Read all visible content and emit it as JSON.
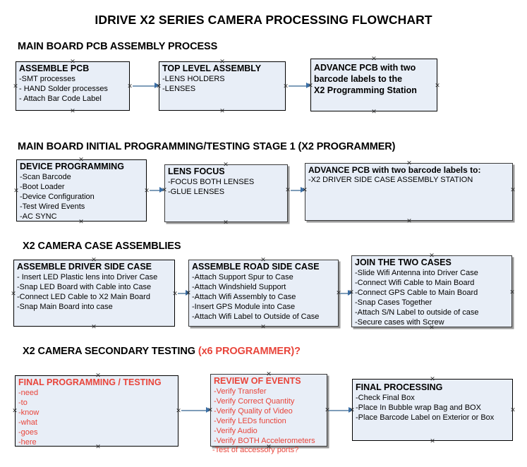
{
  "document": {
    "title": "IDRIVE X2  SERIES CAMERA PROCESSING FLOWCHART",
    "accent_color": "#e8443a",
    "box_fill_color": "#e8eef7",
    "connector_color": "#7f9db9"
  },
  "sections": [
    {
      "id": "main-board-pcb-assembly",
      "header": "MAIN BOARD PCB ASSEMBLY PROCESS",
      "header_accent": "",
      "boxes": [
        {
          "id": "assemble-pcb",
          "title": "ASSEMBLE PCB",
          "lines": [
            " -SMT processes",
            "- HAND Solder processes",
            "- Attach Bar Code Label"
          ]
        },
        {
          "id": "top-level-assembly",
          "title": "TOP LEVEL ASSEMBLY",
          "lines": [
            "-LENS HOLDERS",
            "-LENSES"
          ]
        },
        {
          "id": "advance-pcb-to-x2-programming-station",
          "title": "ADVANCE PCB with two",
          "lines": [
            "barcode labels to the",
            " X2 Programming Station"
          ],
          "all_bold": true
        }
      ]
    },
    {
      "id": "main-board-initial-programming",
      "header": "MAIN BOARD INITIAL PROGRAMMING/TESTING STAGE 1 (X2 PROGRAMMER)",
      "header_accent": "",
      "boxes": [
        {
          "id": "device-programming",
          "title": "DEVICE PROGRAMMING",
          "lines": [
            "-Scan Barcode",
            "-Boot Loader",
            "-Device Configuration",
            "-Test Wired Events",
            "-AC SYNC"
          ]
        },
        {
          "id": "lens-focus",
          "title": "LENS FOCUS",
          "lines": [
            "-FOCUS BOTH LENSES",
            "-GLUE LENSES"
          ]
        },
        {
          "id": "advance-pcb-to-driver-side-case-station",
          "title": "ADVANCE PCB with two barcode labels to:",
          "lines": [
            "-X2 DRIVER  SIDE  CASE  ASSEMBLY STATION"
          ]
        }
      ]
    },
    {
      "id": "x2-camera-case-assemblies",
      "header": "X2 CAMERA CASE ASSEMBLIES",
      "header_accent": "",
      "boxes": [
        {
          "id": "assemble-driver-side-case",
          "title": "ASSEMBLE DRIVER SIDE CASE",
          "lines": [
            "- Insert LED Plastic lens into Driver Case",
            "-Snap LED Board with Cable into Case",
            "-Connect LED Cable to X2 Main Board",
            "-Snap Main Board into case"
          ]
        },
        {
          "id": "assemble-road-side-case",
          "title": "ASSEMBLE ROAD SIDE CASE",
          "lines": [
            "-Attach Support Spur to Case",
            "-Attach Windshield Support",
            "-Attach Wifi Assembly to Case",
            "-Insert GPS Module into Case",
            "-Attach Wifi Label to Outside of Case"
          ]
        },
        {
          "id": "join-the-two-cases",
          "title": "JOIN THE TWO CASES",
          "lines": [
            "-Slide Wifi Antenna into Driver Case",
            "-Connect Wifi Cable to Main Board",
            "-Connect GPS Cable to Main Board",
            "-Snap Cases Together",
            "-Attach S/N Label to outside of case",
            "-Secure cases with Screw"
          ]
        }
      ]
    },
    {
      "id": "x2-camera-secondary-testing",
      "header": "X2 CAMERA SECONDARY TESTING ",
      "header_accent": "(x6 PROGRAMMER)?",
      "boxes": [
        {
          "id": "final-programming-testing",
          "title": "FINAL PROGRAMMING / TESTING",
          "red": true,
          "lines": [
            "-need",
            "-to",
            "-know",
            "-what",
            "-goes",
            "-here"
          ]
        },
        {
          "id": "review-of-events",
          "title": "REVIEW OF EVENTS",
          "red": true,
          "lines": [
            "-Verify Transfer",
            "-Verify Correct Quantity",
            "-Verify Quality of Video",
            "-Verify LEDs function",
            "-Verify Audio",
            "-Verify BOTH Accelerometers"
          ],
          "overflow_line": "-Test of accessory ports?"
        },
        {
          "id": "final-processing",
          "title": "FINAL PROCESSING",
          "lines": [
            " -Check Final Box",
            "-Place In Bubble wrap Bag and BOX",
            "-Place Barcode Label on Exterior or Box"
          ]
        }
      ]
    }
  ],
  "connectors": [
    {
      "id": "conn-assemble-pcb-to-top-level"
    },
    {
      "id": "conn-top-level-to-advance-pcb"
    },
    {
      "id": "conn-device-programming-to-lens-focus"
    },
    {
      "id": "conn-lens-focus-to-advance-pcb"
    },
    {
      "id": "conn-driver-case-to-road-case"
    },
    {
      "id": "conn-road-case-to-join-cases"
    },
    {
      "id": "conn-final-programming-to-review"
    },
    {
      "id": "conn-review-to-final-processing"
    }
  ]
}
